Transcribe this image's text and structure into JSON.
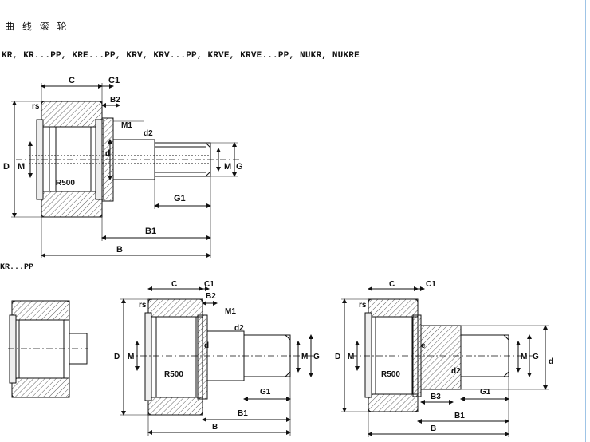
{
  "title": "曲 线 滚 轮",
  "types_line": "KR, KR...PP, KRE...PP, KRV, KRV...PP, KRVE, KRVE...PP, NUKR, NUKRE",
  "subtitle": "KR...PP",
  "labels": {
    "C": "C",
    "C1": "C1",
    "B2": "B2",
    "M1": "M1",
    "d2": "d2",
    "rs": "rs",
    "d": "d",
    "D": "D",
    "M": "M",
    "G": "G",
    "G1": "G1",
    "B1": "B1",
    "B": "B",
    "R500": "R500",
    "e": "e",
    "B3": "B3"
  }
}
